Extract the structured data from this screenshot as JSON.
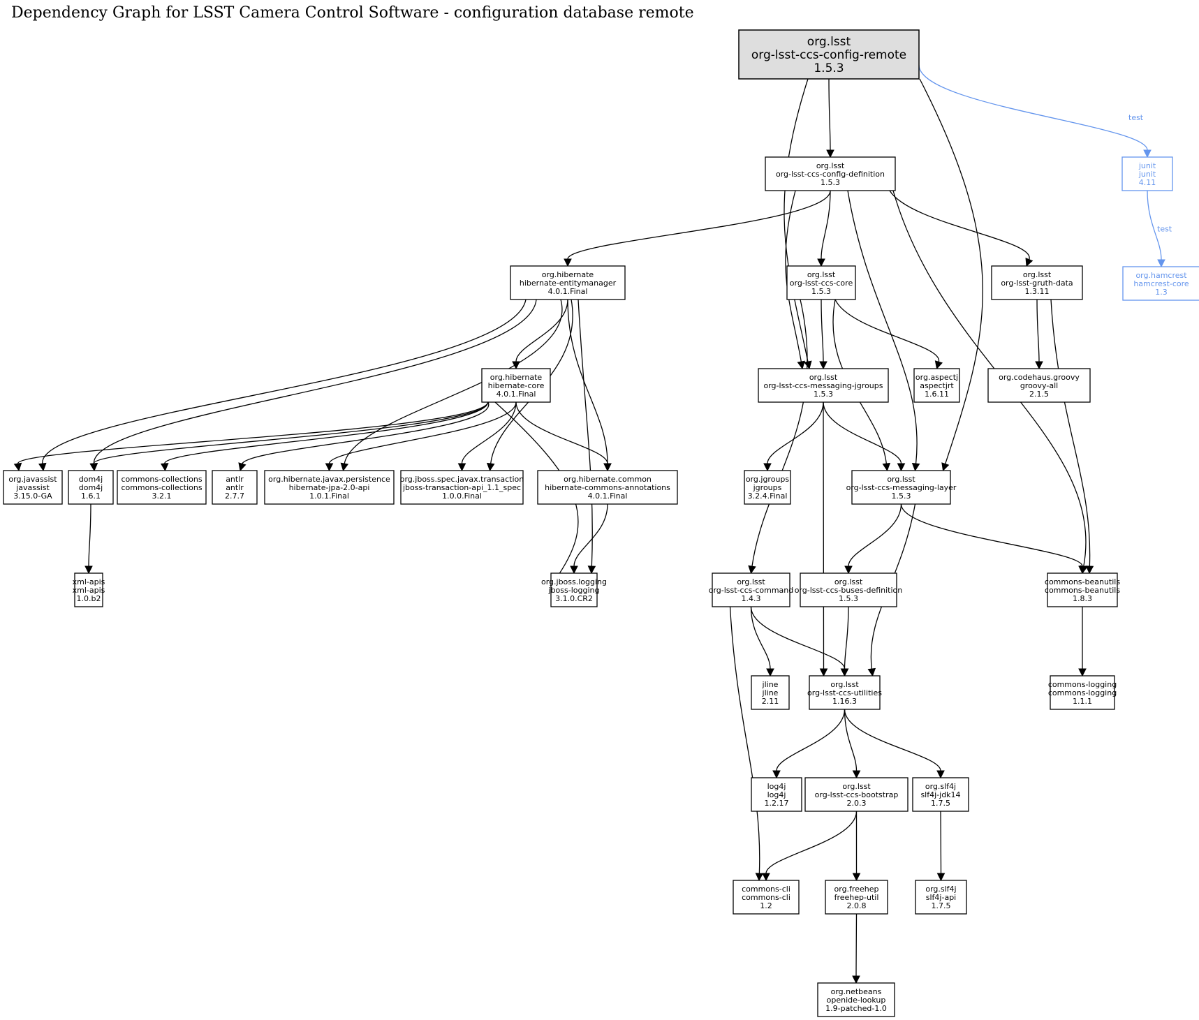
{
  "title": "Dependency Graph for LSST Camera Control Software - configuration database remote",
  "colors": {
    "test": "#6495ED",
    "root_fill": "#dedede",
    "edge": "#000000"
  },
  "nodes": [
    {
      "id": "config-remote",
      "group": "org.lsst",
      "artifact": "org-lsst-ccs-config-remote",
      "version": "1.5.3",
      "kind": "root"
    },
    {
      "id": "config-definition",
      "group": "org.lsst",
      "artifact": "org-lsst-ccs-config-definition",
      "version": "1.5.3"
    },
    {
      "id": "junit",
      "group": "junit",
      "artifact": "junit",
      "version": "4.11",
      "kind": "test"
    },
    {
      "id": "hamcrest",
      "group": "org.hamcrest",
      "artifact": "hamcrest-core",
      "version": "1.3",
      "kind": "test"
    },
    {
      "id": "entitymanager",
      "group": "org.hibernate",
      "artifact": "hibernate-entitymanager",
      "version": "4.0.1.Final"
    },
    {
      "id": "ccs-core",
      "group": "org.lsst",
      "artifact": "org-lsst-ccs-core",
      "version": "1.5.3"
    },
    {
      "id": "gruth-data",
      "group": "org.lsst",
      "artifact": "org-lsst-gruth-data",
      "version": "1.3.11"
    },
    {
      "id": "hibernate-core",
      "group": "org.hibernate",
      "artifact": "hibernate-core",
      "version": "4.0.1.Final"
    },
    {
      "id": "messaging-jgroups",
      "group": "org.lsst",
      "artifact": "org-lsst-ccs-messaging-jgroups",
      "version": "1.5.3"
    },
    {
      "id": "aspectjrt",
      "group": "org.aspectj",
      "artifact": "aspectjrt",
      "version": "1.6.11"
    },
    {
      "id": "groovy-all",
      "group": "org.codehaus.groovy",
      "artifact": "groovy-all",
      "version": "2.1.5"
    },
    {
      "id": "javassist",
      "group": "org.javassist",
      "artifact": "javassist",
      "version": "3.15.0-GA"
    },
    {
      "id": "dom4j",
      "group": "dom4j",
      "artifact": "dom4j",
      "version": "1.6.1"
    },
    {
      "id": "commons-collections",
      "group": "commons-collections",
      "artifact": "commons-collections",
      "version": "3.2.1"
    },
    {
      "id": "antlr",
      "group": "antlr",
      "artifact": "antlr",
      "version": "2.7.7"
    },
    {
      "id": "jpa-api",
      "group": "org.hibernate.javax.persistence",
      "artifact": "hibernate-jpa-2.0-api",
      "version": "1.0.1.Final"
    },
    {
      "id": "jboss-transaction",
      "group": "org.jboss.spec.javax.transaction",
      "artifact": "jboss-transaction-api_1.1_spec",
      "version": "1.0.0.Final"
    },
    {
      "id": "commons-annotations",
      "group": "org.hibernate.common",
      "artifact": "hibernate-commons-annotations",
      "version": "4.0.1.Final"
    },
    {
      "id": "jgroups",
      "group": "org.jgroups",
      "artifact": "jgroups",
      "version": "3.2.4.Final"
    },
    {
      "id": "messaging-layer",
      "group": "org.lsst",
      "artifact": "org-lsst-ccs-messaging-layer",
      "version": "1.5.3"
    },
    {
      "id": "xml-apis",
      "group": "xml-apis",
      "artifact": "xml-apis",
      "version": "1.0.b2"
    },
    {
      "id": "jboss-logging",
      "group": "org.jboss.logging",
      "artifact": "jboss-logging",
      "version": "3.1.0.CR2"
    },
    {
      "id": "ccs-command",
      "group": "org.lsst",
      "artifact": "org-lsst-ccs-command",
      "version": "1.4.3"
    },
    {
      "id": "buses-definition",
      "group": "org.lsst",
      "artifact": "org-lsst-ccs-buses-definition",
      "version": "1.5.3"
    },
    {
      "id": "commons-beanutils",
      "group": "commons-beanutils",
      "artifact": "commons-beanutils",
      "version": "1.8.3"
    },
    {
      "id": "jline",
      "group": "jline",
      "artifact": "jline",
      "version": "2.11"
    },
    {
      "id": "ccs-utilities",
      "group": "org.lsst",
      "artifact": "org-lsst-ccs-utilities",
      "version": "1.16.3"
    },
    {
      "id": "commons-logging",
      "group": "commons-logging",
      "artifact": "commons-logging",
      "version": "1.1.1"
    },
    {
      "id": "log4j",
      "group": "log4j",
      "artifact": "log4j",
      "version": "1.2.17"
    },
    {
      "id": "ccs-bootstrap",
      "group": "org.lsst",
      "artifact": "org-lsst-ccs-bootstrap",
      "version": "2.0.3"
    },
    {
      "id": "slf4j-jdk14",
      "group": "org.slf4j",
      "artifact": "slf4j-jdk14",
      "version": "1.7.5"
    },
    {
      "id": "commons-cli",
      "group": "commons-cli",
      "artifact": "commons-cli",
      "version": "1.2"
    },
    {
      "id": "freehep-util",
      "group": "org.freehep",
      "artifact": "freehep-util",
      "version": "2.0.8"
    },
    {
      "id": "slf4j-api",
      "group": "org.slf4j",
      "artifact": "slf4j-api",
      "version": "1.7.5"
    },
    {
      "id": "openide-lookup",
      "group": "org.netbeans",
      "artifact": "openide-lookup",
      "version": "1.9-patched-1.0"
    }
  ],
  "edges": [
    {
      "from": "config-remote",
      "to": "config-definition"
    },
    {
      "from": "config-remote",
      "to": "messaging-jgroups"
    },
    {
      "from": "config-remote",
      "to": "messaging-layer"
    },
    {
      "from": "config-remote",
      "to": "junit",
      "label": "test"
    },
    {
      "from": "junit",
      "to": "hamcrest",
      "label": "test"
    },
    {
      "from": "config-definition",
      "to": "entitymanager"
    },
    {
      "from": "config-definition",
      "to": "ccs-core"
    },
    {
      "from": "config-definition",
      "to": "messaging-jgroups"
    },
    {
      "from": "config-definition",
      "to": "messaging-layer"
    },
    {
      "from": "config-definition",
      "to": "gruth-data"
    },
    {
      "from": "config-definition",
      "to": "commons-beanutils"
    },
    {
      "from": "entitymanager",
      "to": "javassist"
    },
    {
      "from": "entitymanager",
      "to": "dom4j"
    },
    {
      "from": "entitymanager",
      "to": "hibernate-core"
    },
    {
      "from": "entitymanager",
      "to": "jpa-api"
    },
    {
      "from": "entitymanager",
      "to": "jboss-transaction"
    },
    {
      "from": "entitymanager",
      "to": "jboss-logging"
    },
    {
      "from": "entitymanager",
      "to": "commons-annotations"
    },
    {
      "from": "hibernate-core",
      "to": "javassist"
    },
    {
      "from": "hibernate-core",
      "to": "dom4j"
    },
    {
      "from": "hibernate-core",
      "to": "commons-collections"
    },
    {
      "from": "hibernate-core",
      "to": "antlr"
    },
    {
      "from": "hibernate-core",
      "to": "jpa-api"
    },
    {
      "from": "hibernate-core",
      "to": "jboss-transaction"
    },
    {
      "from": "hibernate-core",
      "to": "commons-annotations"
    },
    {
      "from": "hibernate-core",
      "to": "jboss-logging"
    },
    {
      "from": "dom4j",
      "to": "xml-apis"
    },
    {
      "from": "commons-annotations",
      "to": "jboss-logging"
    },
    {
      "from": "ccs-core",
      "to": "messaging-jgroups"
    },
    {
      "from": "ccs-core",
      "to": "aspectjrt"
    },
    {
      "from": "ccs-core",
      "to": "messaging-layer"
    },
    {
      "from": "ccs-core",
      "to": "ccs-command"
    },
    {
      "from": "gruth-data",
      "to": "groovy-all"
    },
    {
      "from": "gruth-data",
      "to": "commons-beanutils"
    },
    {
      "from": "messaging-jgroups",
      "to": "jgroups"
    },
    {
      "from": "messaging-jgroups",
      "to": "messaging-layer"
    },
    {
      "from": "messaging-jgroups",
      "to": "ccs-utilities"
    },
    {
      "from": "messaging-layer",
      "to": "buses-definition"
    },
    {
      "from": "messaging-layer",
      "to": "ccs-utilities"
    },
    {
      "from": "messaging-layer",
      "to": "commons-beanutils"
    },
    {
      "from": "ccs-command",
      "to": "jline"
    },
    {
      "from": "ccs-command",
      "to": "ccs-utilities"
    },
    {
      "from": "ccs-command",
      "to": "commons-cli"
    },
    {
      "from": "buses-definition",
      "to": "ccs-utilities"
    },
    {
      "from": "commons-beanutils",
      "to": "commons-logging"
    },
    {
      "from": "ccs-utilities",
      "to": "log4j"
    },
    {
      "from": "ccs-utilities",
      "to": "ccs-bootstrap"
    },
    {
      "from": "ccs-utilities",
      "to": "slf4j-jdk14"
    },
    {
      "from": "ccs-bootstrap",
      "to": "commons-cli"
    },
    {
      "from": "ccs-bootstrap",
      "to": "freehep-util"
    },
    {
      "from": "slf4j-jdk14",
      "to": "slf4j-api"
    },
    {
      "from": "freehep-util",
      "to": "openide-lookup"
    }
  ]
}
